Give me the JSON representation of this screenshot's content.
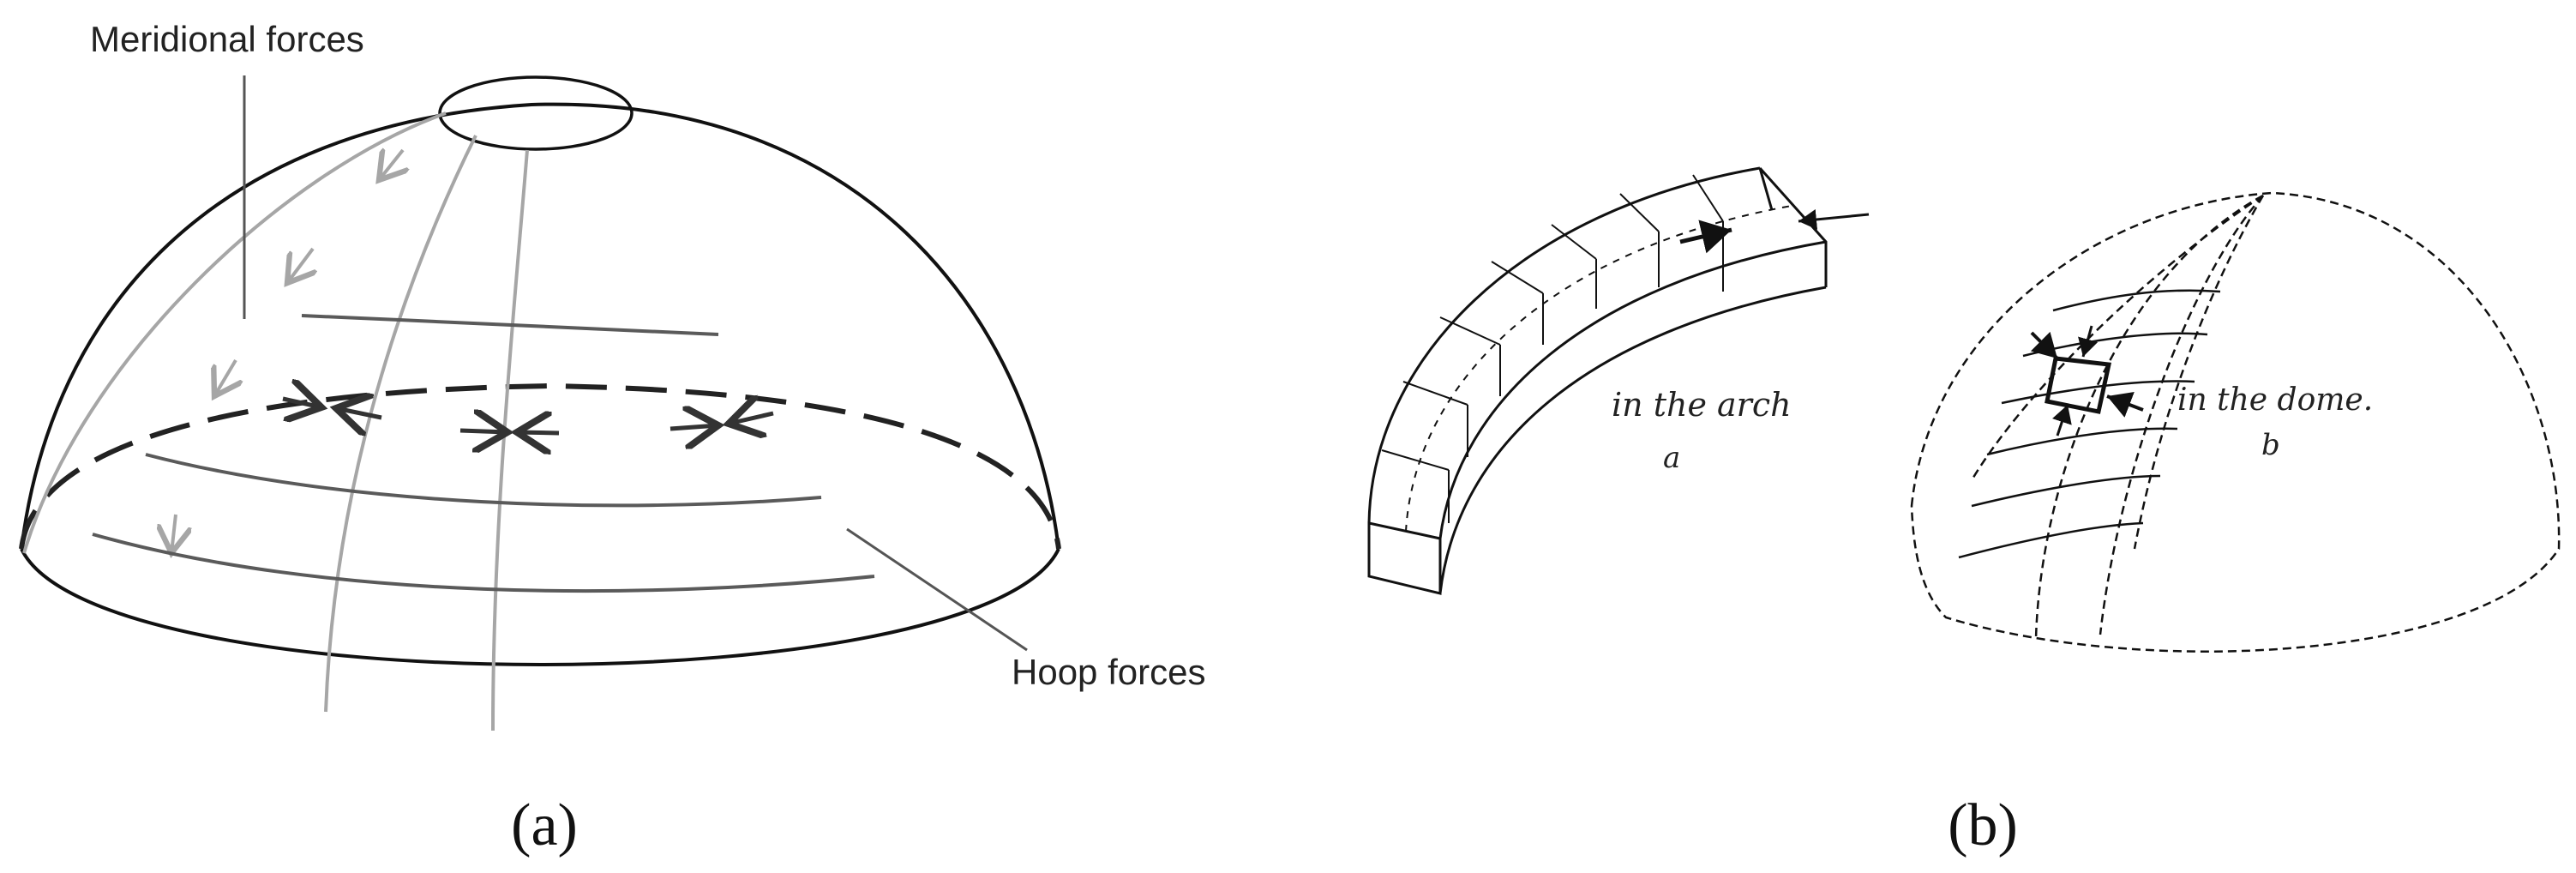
{
  "panel_a": {
    "label_meridional": "Meridional forces",
    "label_hoop": "Hoop forces",
    "caption": "(a)"
  },
  "panel_b": {
    "label_arch": "in the arch",
    "label_arch_letter": "a",
    "label_dome": "in the dome.",
    "label_dome_letter": "b",
    "caption": "(b)"
  },
  "colors": {
    "ink": "#111111",
    "meridian_gray": "#a6a6a6",
    "hoop_gray": "#5a5a5a"
  }
}
